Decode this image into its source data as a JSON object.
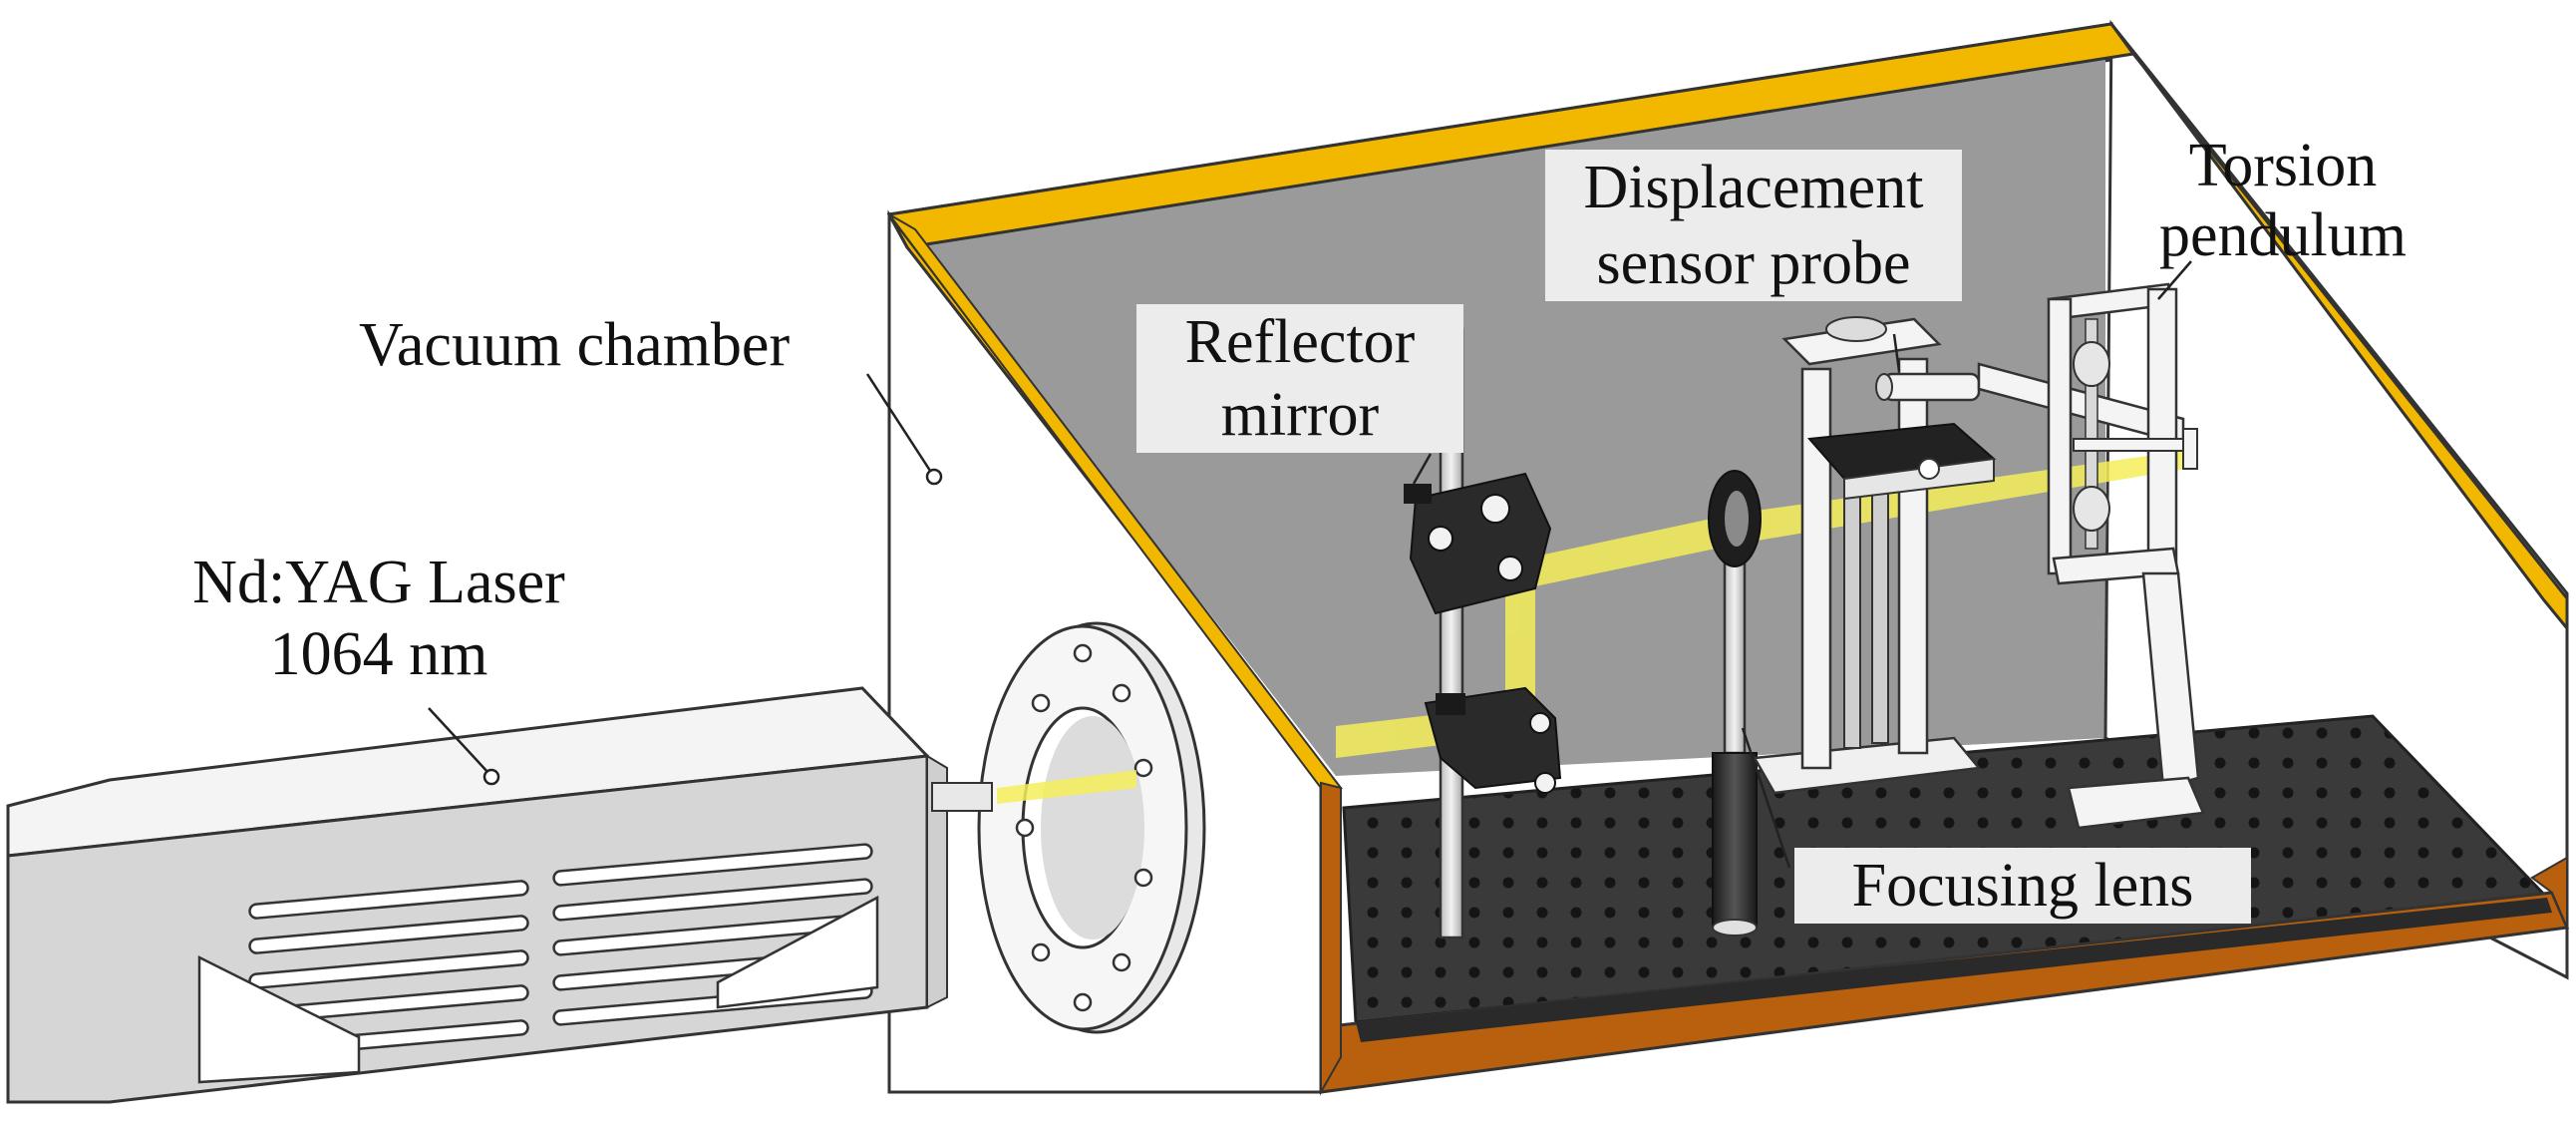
{
  "labels": {
    "vacuum_chamber": "Vacuum chamber",
    "laser_line1": "Nd:YAG Laser",
    "laser_line2": "1064 nm",
    "reflector_line1": "Reflector",
    "reflector_line2": "mirror",
    "sensor_line1": "Displacement",
    "sensor_line2": "sensor probe",
    "torsion_line1": "Torsion",
    "torsion_line2": "pendulum",
    "focusing_lens": "Focusing lens"
  },
  "colors": {
    "chamber_rim": "#f2b800",
    "chamber_floor_edge": "#b8600e",
    "back_wall": "#9a9a9a",
    "optical_table": "#3a3a3a",
    "laser_beam": "#f4ee5a",
    "hardware_light": "#e6e6e6",
    "mount_dark": "#2a2a2a"
  }
}
